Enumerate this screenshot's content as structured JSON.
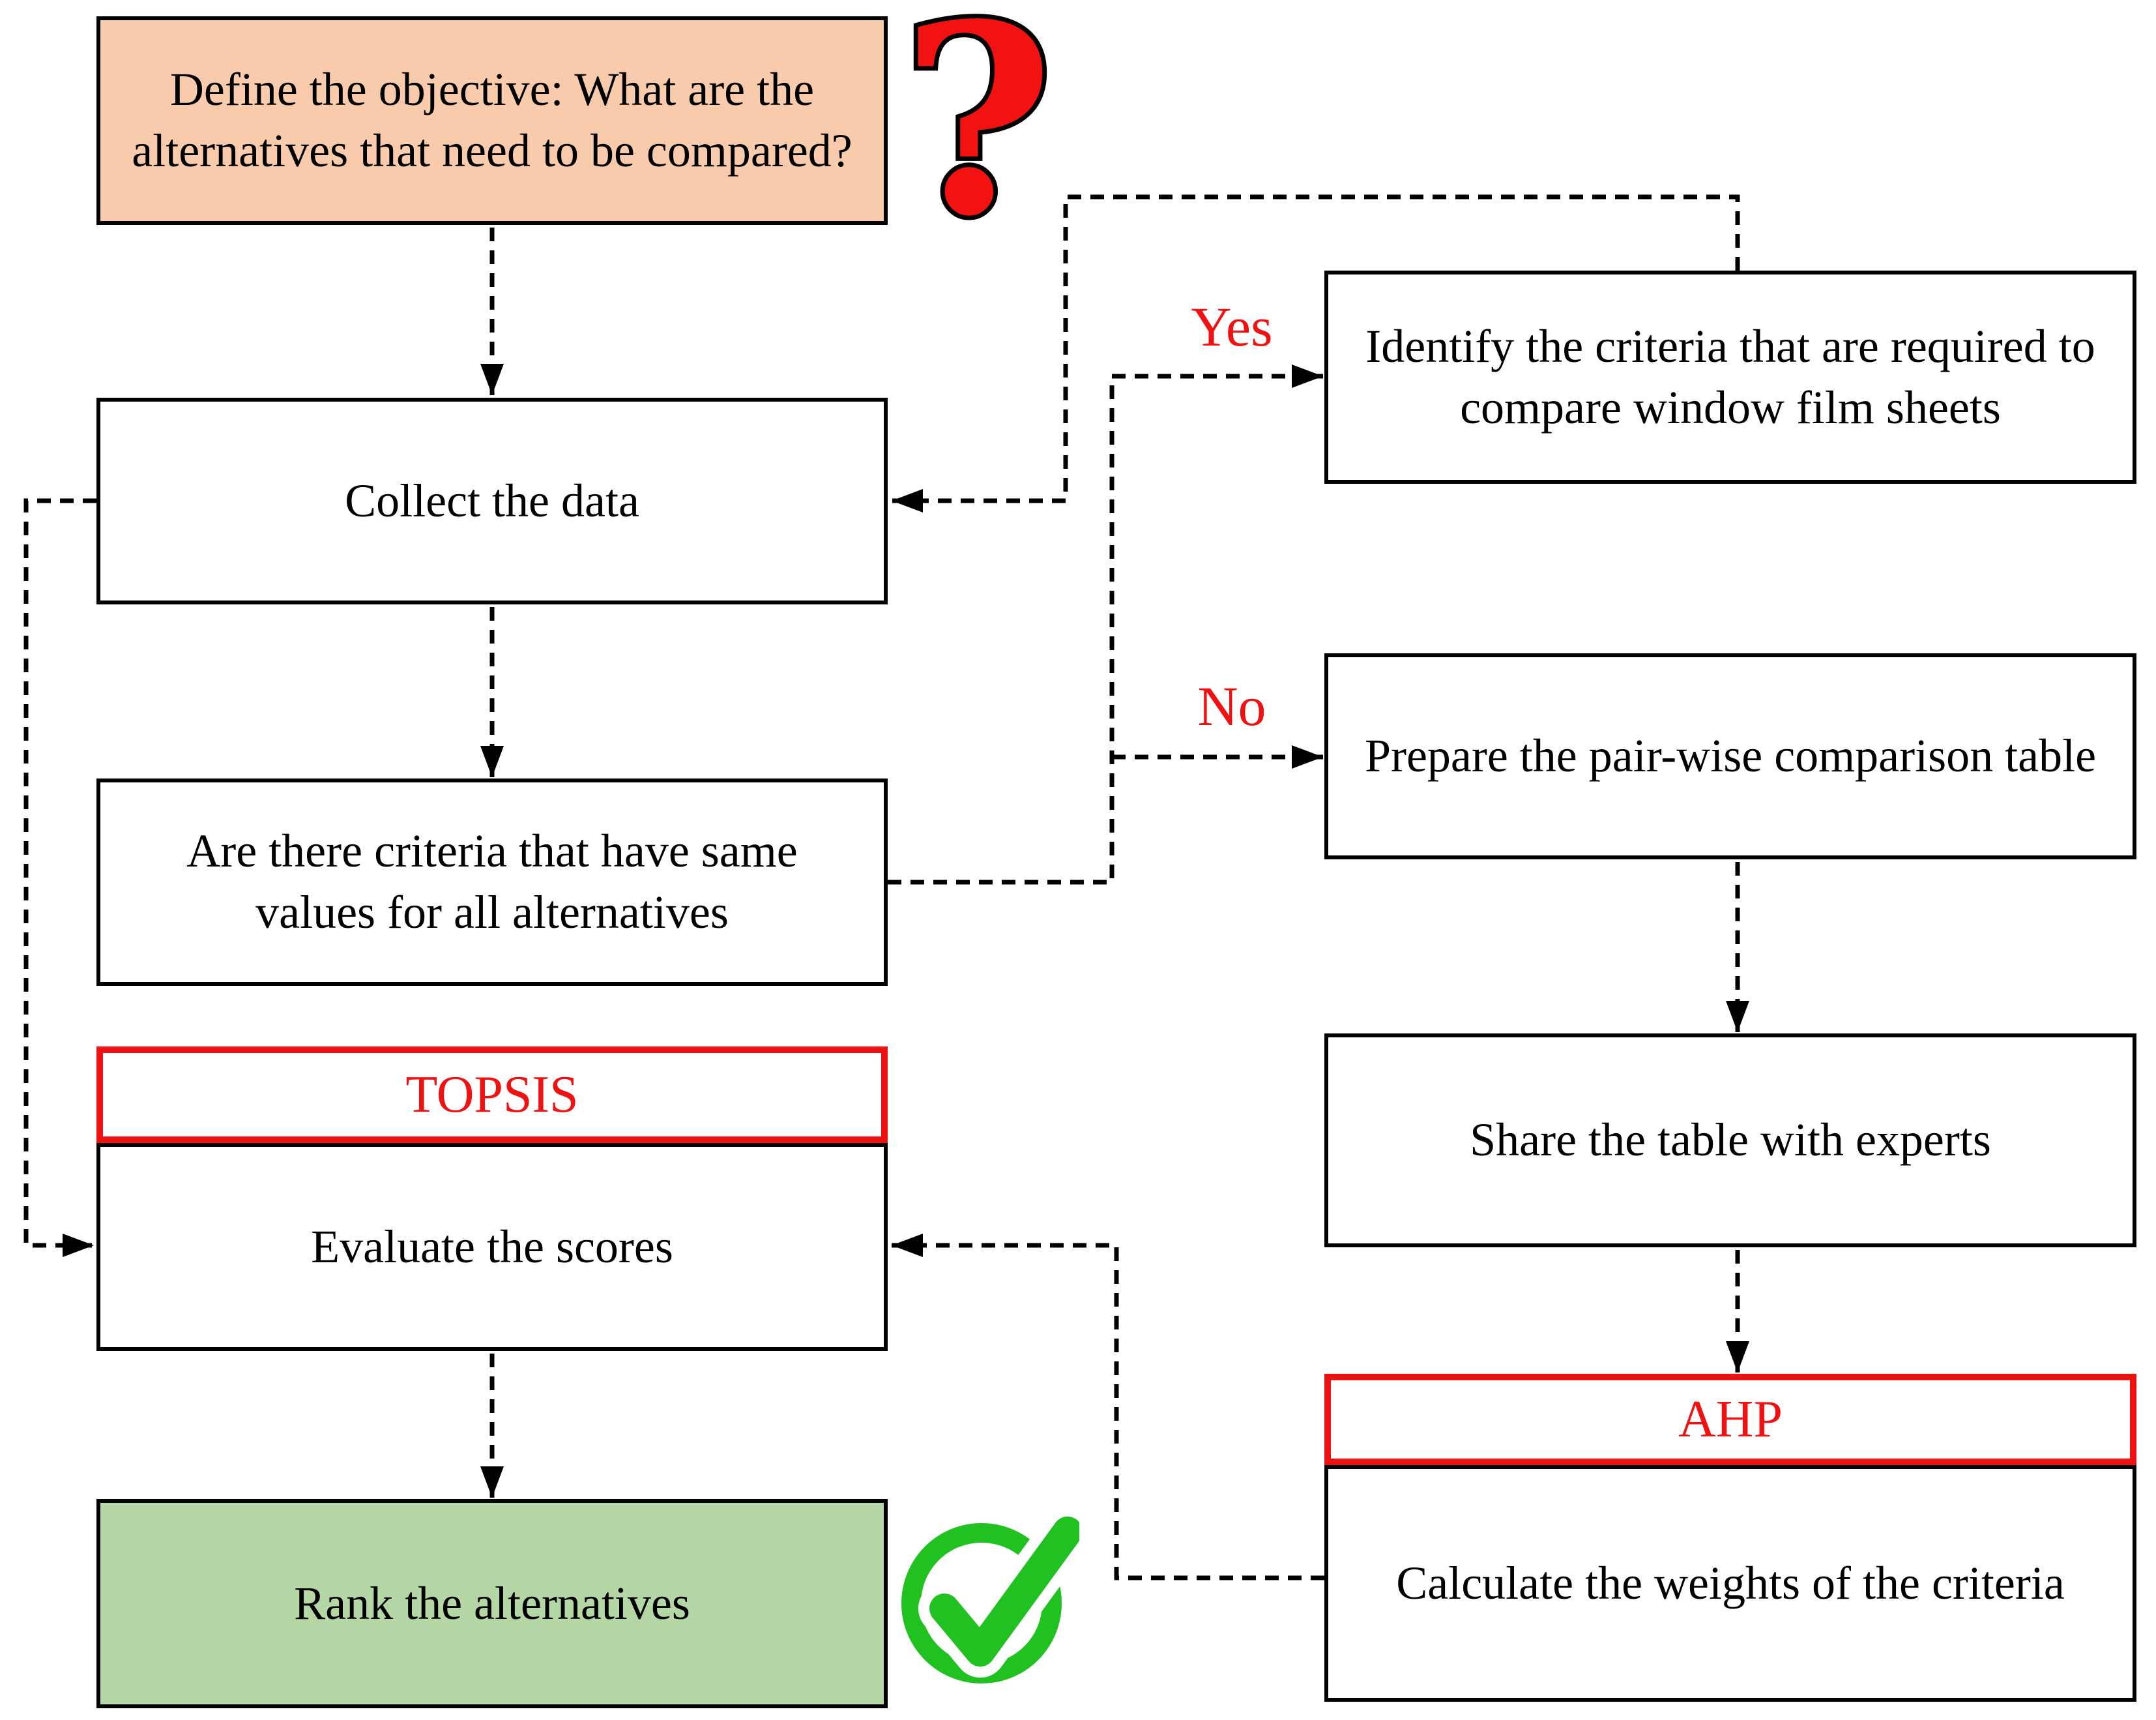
{
  "nodes": {
    "objective": "Define the objective: What are the alternatives that need to be compared?",
    "collect": "Collect the data",
    "criteria": "Are there criteria that have same values for all alternatives",
    "topsis": "TOPSIS",
    "evaluate": "Evaluate the scores",
    "rank": "Rank the alternatives",
    "identify": "Identify the criteria that are required to compare window film sheets",
    "prepare": "Prepare the pair-wise comparison table",
    "share": "Share the table with experts",
    "ahp": "AHP",
    "calculate": "Calculate the weights of the criteria"
  },
  "branch_labels": {
    "yes": "Yes",
    "no": "No"
  },
  "icons": {
    "question_mark": {
      "name": "question-mark-icon",
      "glyph": "?",
      "fill": "#F21212",
      "outline": "#000000"
    },
    "check_circle": {
      "name": "check-circle-icon",
      "color": "#22C122"
    }
  },
  "colors": {
    "objective_fill": "#F8CBAD",
    "rank_fill": "#B5D7A6",
    "method_accent_red": "#EE1212",
    "branch_label_red": "#EE1212",
    "connector_black": "#000000",
    "box_background": "#FFFFFF"
  }
}
